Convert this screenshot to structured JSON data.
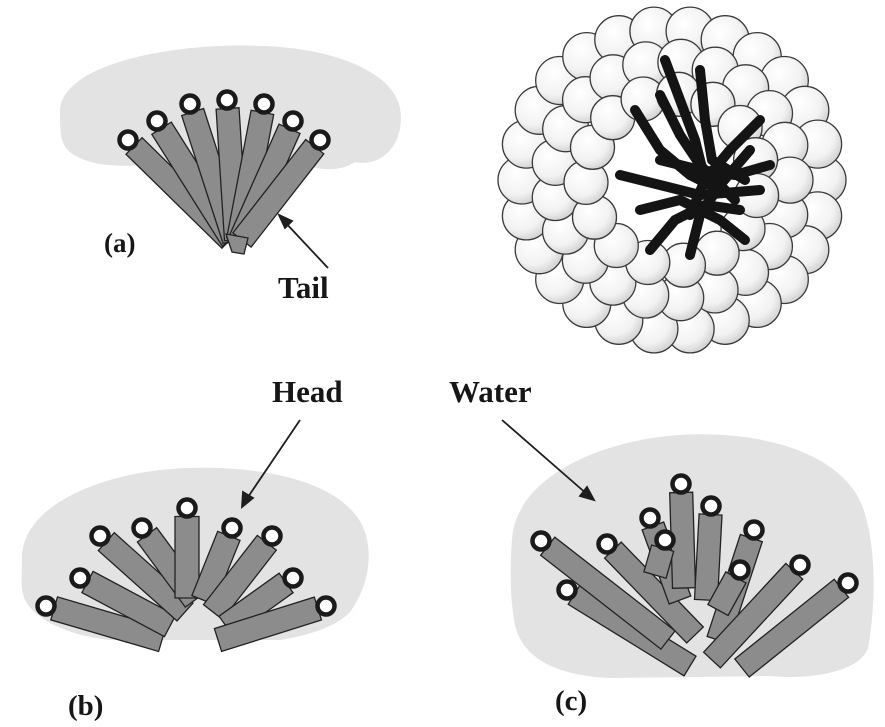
{
  "figure": {
    "panels": [
      {
        "id": "a",
        "label": "(a)"
      },
      {
        "id": "b",
        "label": "(b)"
      },
      {
        "id": "c",
        "label": "(c)"
      }
    ],
    "annotations": {
      "tail": "Tail",
      "head": "Head",
      "water": "Water"
    }
  },
  "colors": {
    "water": "#e3e3e3",
    "tail": "#8c8c8c",
    "outline": "#222222",
    "head_ring": "#1a1a1a",
    "sphere": "#f4f4f4",
    "core_chain": "#141414"
  }
}
